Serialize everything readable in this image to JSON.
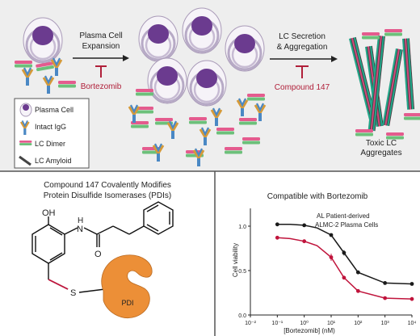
{
  "top": {
    "arrow1_label_line1": "Plasma Cell",
    "arrow1_label_line2": "Expansion",
    "inhibitor1": "Bortezomib",
    "arrow2_label_line1": "LC Secretion",
    "arrow2_label_line2": "& Aggregation",
    "inhibitor2": "Compound 147",
    "result_line1": "Toxic LC",
    "result_line2": "Aggregates",
    "legend": {
      "plasma_cell": "Plasma Cell",
      "intact_igg": "Intact IgG",
      "lc_dimer": "LC Dimer",
      "lc_amyloid": "LC Amyloid"
    }
  },
  "bottom_left": {
    "title_line1": "Compound 147 Covalently Modifies",
    "title_line2": "Protein Disulfide Isomerases (PDIs)",
    "atom_oh": "OH",
    "atom_h": "H",
    "atom_n": "N",
    "atom_o": "O",
    "atom_s": "S",
    "protein": "PDI"
  },
  "bottom_right": {
    "title": "Compatible with Bortezomib",
    "annotation_line1": "AL Patient-derived",
    "annotation_line2": "ALMC-2 Plasma Cells",
    "colors": {
      "black_series": "#1a1a1a",
      "red_series": "#c0143c"
    }
  },
  "chart_data": {
    "type": "line",
    "xscale": "log",
    "xlabel": "[Bortezomib] (nM)",
    "ylabel": "Cell viability",
    "xlim": [
      0.01,
      10000
    ],
    "ylim": [
      0,
      1.2
    ],
    "xticks": [
      "10⁻²",
      "10⁻¹",
      "10⁰",
      "10¹",
      "10²",
      "10³",
      "10⁴"
    ],
    "yticks": [
      "0.0",
      "0.5",
      "1.0"
    ],
    "series": [
      {
        "color": "#1a1a1a",
        "x": [
          0.1,
          0.3,
          1,
          3,
          10,
          30,
          100,
          1000,
          10000
        ],
        "y": [
          1.02,
          1.02,
          1.01,
          0.98,
          0.9,
          0.7,
          0.48,
          0.36,
          0.35
        ]
      },
      {
        "color": "#c0143c",
        "x": [
          0.1,
          0.3,
          1,
          3,
          10,
          30,
          100,
          1000,
          10000
        ],
        "y": [
          0.87,
          0.86,
          0.83,
          0.78,
          0.65,
          0.42,
          0.27,
          0.19,
          0.18
        ]
      }
    ]
  }
}
